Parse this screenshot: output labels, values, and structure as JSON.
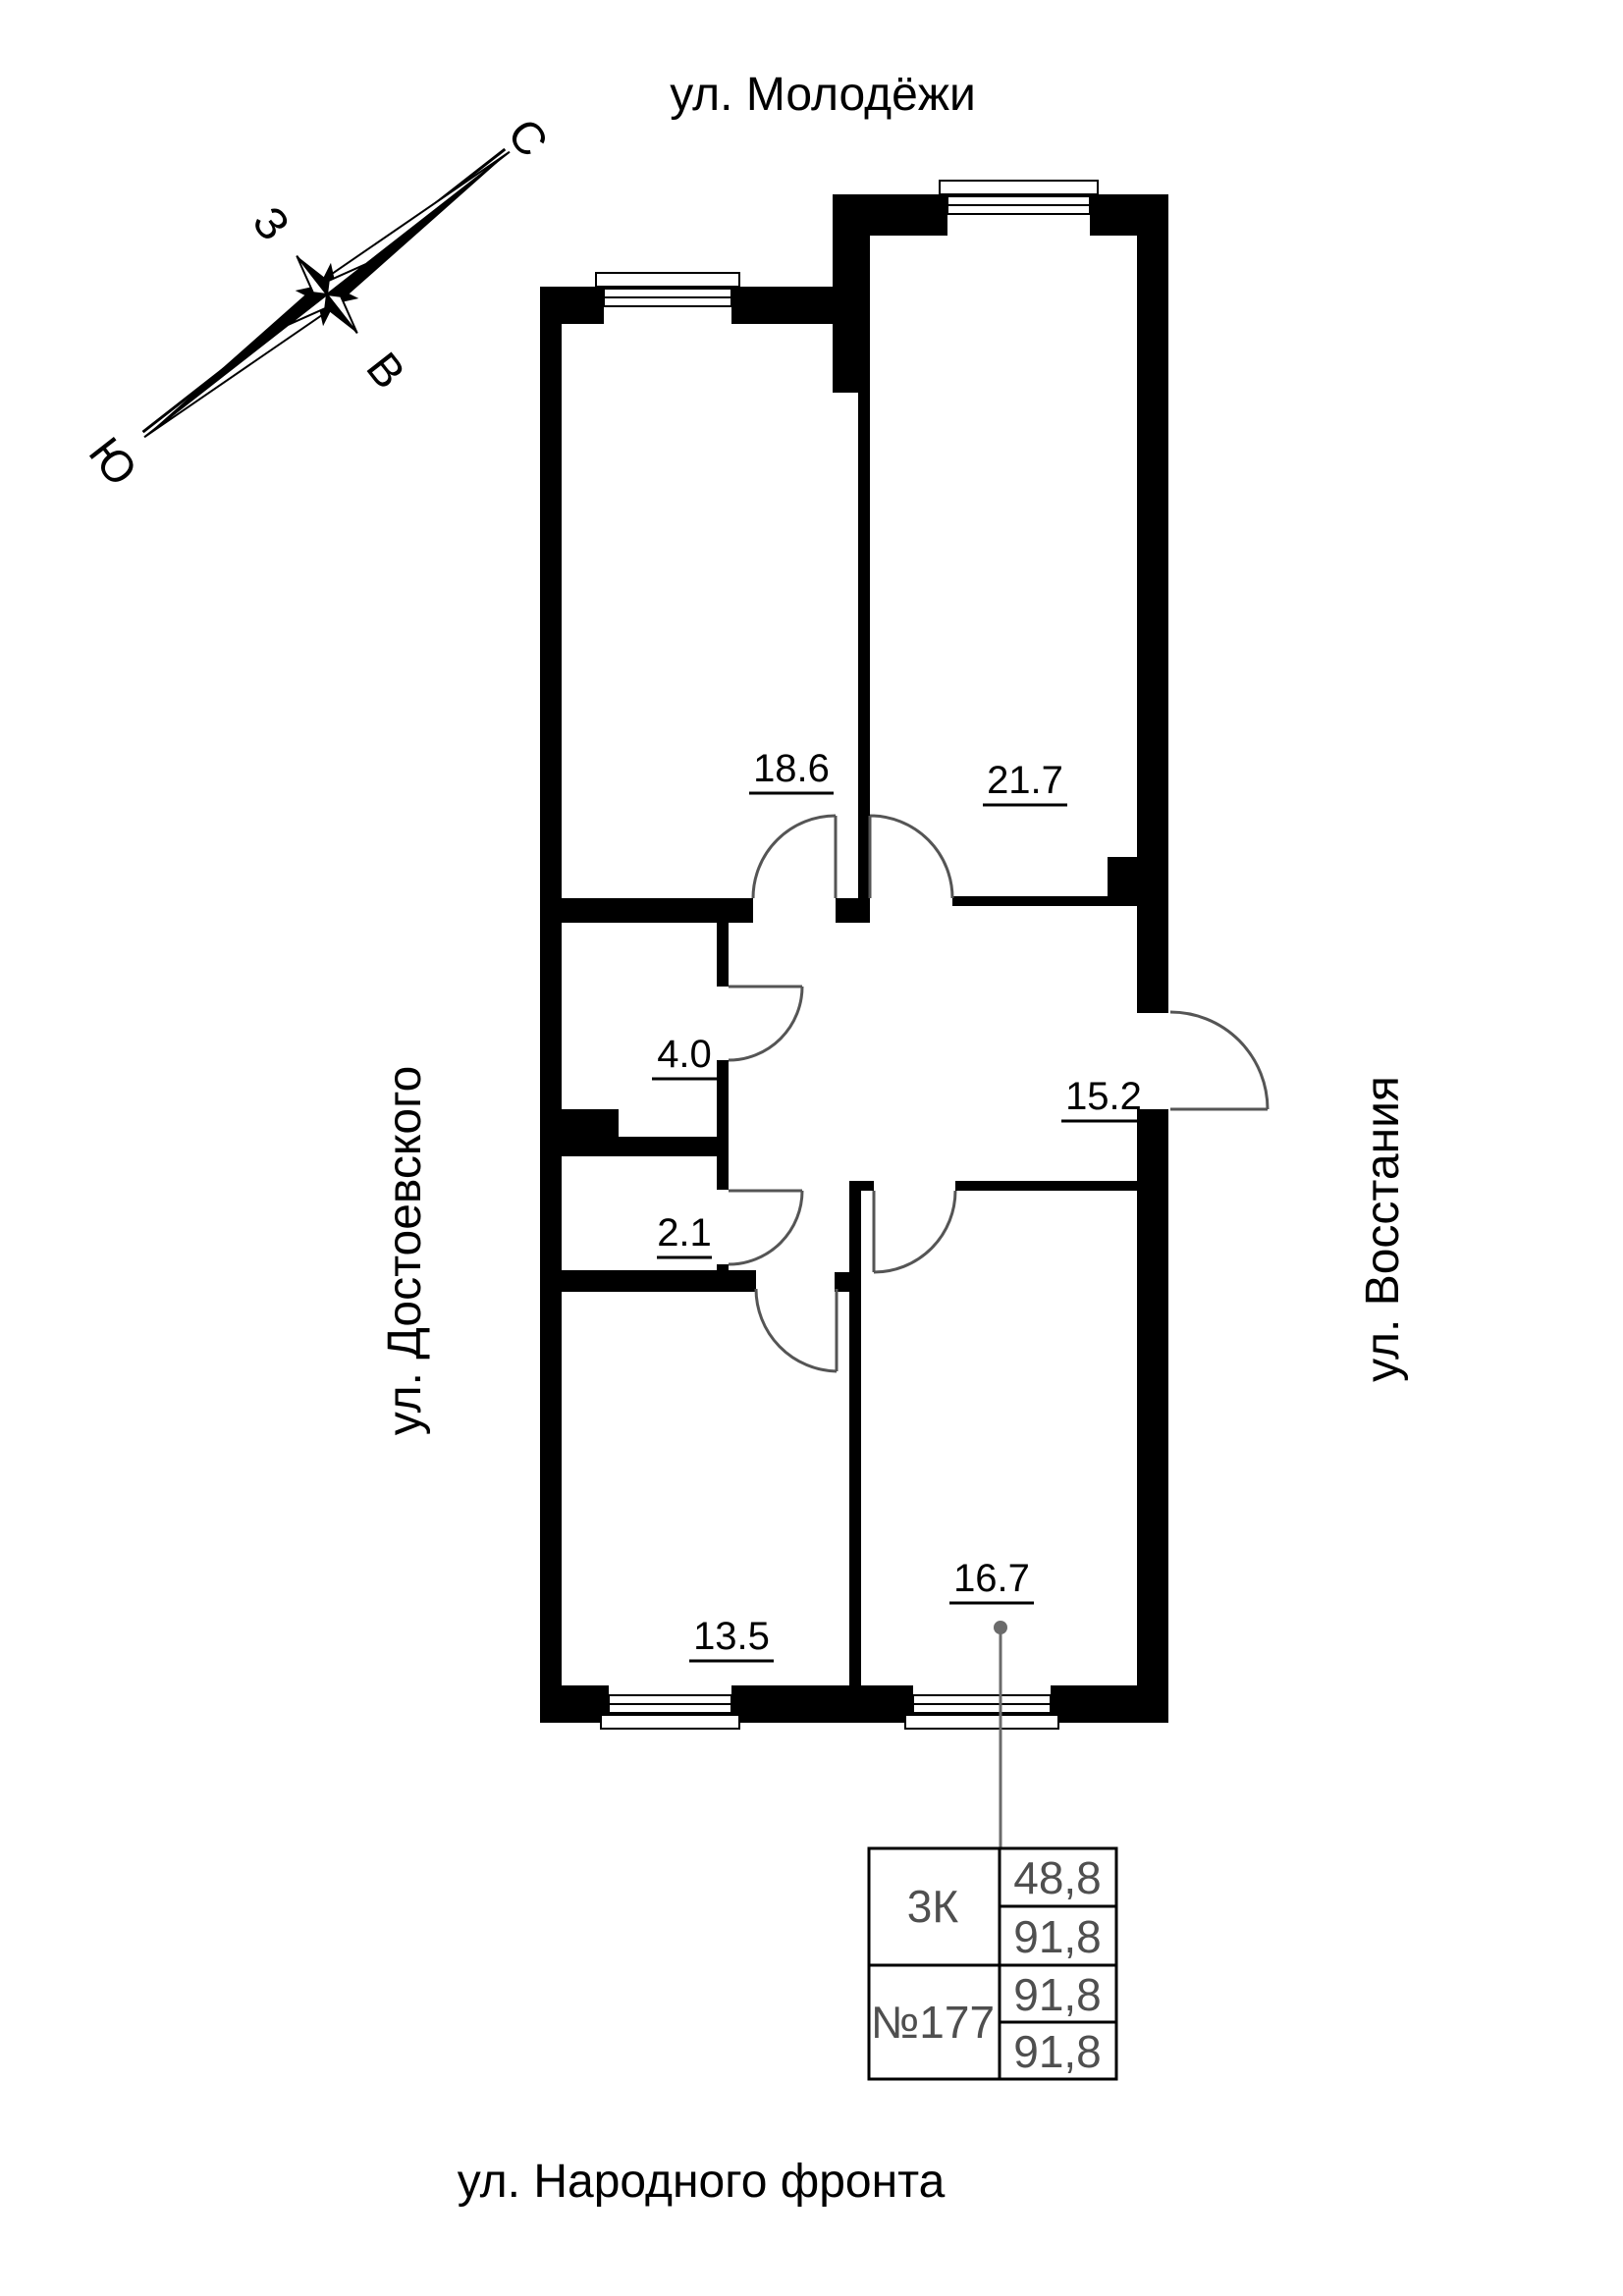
{
  "streets": {
    "top": "ул. Молодёжи",
    "left": "ул. Достоевского",
    "right": "ул. Восстания",
    "bottom": "ул. Народного фронта"
  },
  "compass": {
    "north": "С",
    "west": "З",
    "east": "В",
    "south": "Ю"
  },
  "rooms": [
    {
      "area": "18.6"
    },
    {
      "area": "21.7"
    },
    {
      "area": "4.0"
    },
    {
      "area": "15.2"
    },
    {
      "area": "2.1"
    },
    {
      "area": "13.5"
    },
    {
      "area": "16.7"
    }
  ],
  "info_table": {
    "rooms_type": "3К",
    "apartment_number": "№177",
    "values": [
      "48,8",
      "91,8",
      "91,8",
      "91,8"
    ]
  },
  "colors": {
    "wall": "#000000",
    "annotation": "#555555",
    "table_text": "#4f4f4f"
  }
}
